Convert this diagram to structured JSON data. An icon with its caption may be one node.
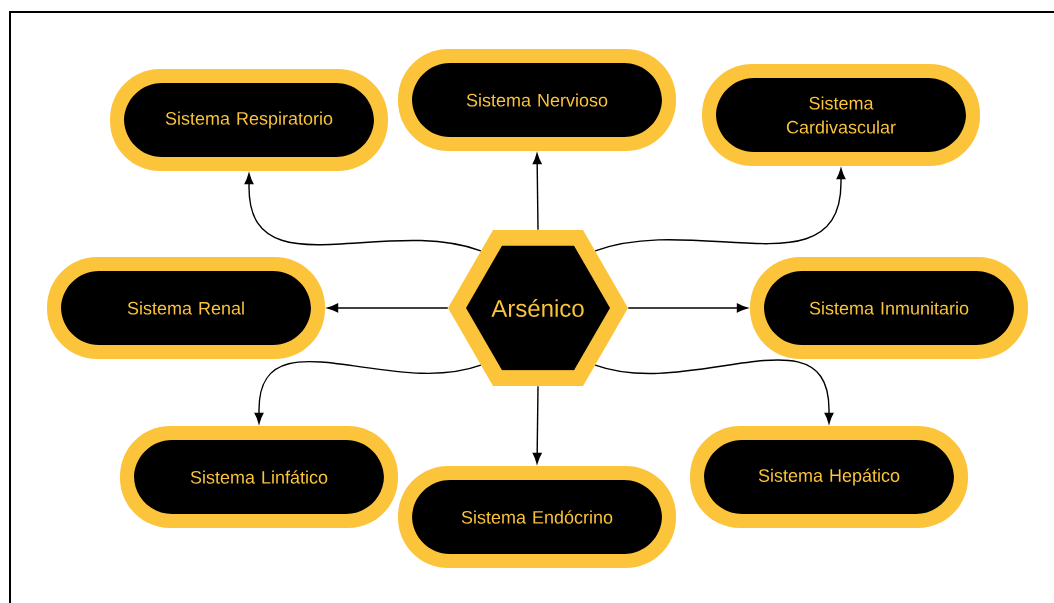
{
  "diagram": {
    "nodes": [
      {
        "text": [
          "Sistema Respiratorio"
        ]
      },
      {
        "text": [
          "Sistema Nervioso"
        ]
      },
      {
        "text": [
          "Sistema Cardivascular"
        ]
      },
      {
        "text": [
          "Sistema Renal"
        ]
      },
      {
        "text": [
          "Arsénico"
        ]
      },
      {
        "text": [
          "Sistema Inmunitario"
        ]
      },
      {
        "text": [
          "Sistema Linfático"
        ]
      },
      {
        "text": [
          "Sistema Endócrino"
        ]
      },
      {
        "text": [
          "Sistema Hepático"
        ]
      }
    ],
    "edges": [
      {
        "from": 4,
        "to": 0,
        "arrow": "to"
      },
      {
        "from": 4,
        "to": 1,
        "arrow": "to"
      },
      {
        "from": 4,
        "to": 2,
        "arrow": "to"
      },
      {
        "from": 4,
        "to": 3,
        "arrow": "to"
      },
      {
        "from": 4,
        "to": 5,
        "arrow": "to"
      },
      {
        "from": 4,
        "to": 6,
        "arrow": "to"
      },
      {
        "from": 4,
        "to": 7,
        "arrow": "to"
      },
      {
        "from": 4,
        "to": 8,
        "arrow": "to"
      }
    ]
  }
}
